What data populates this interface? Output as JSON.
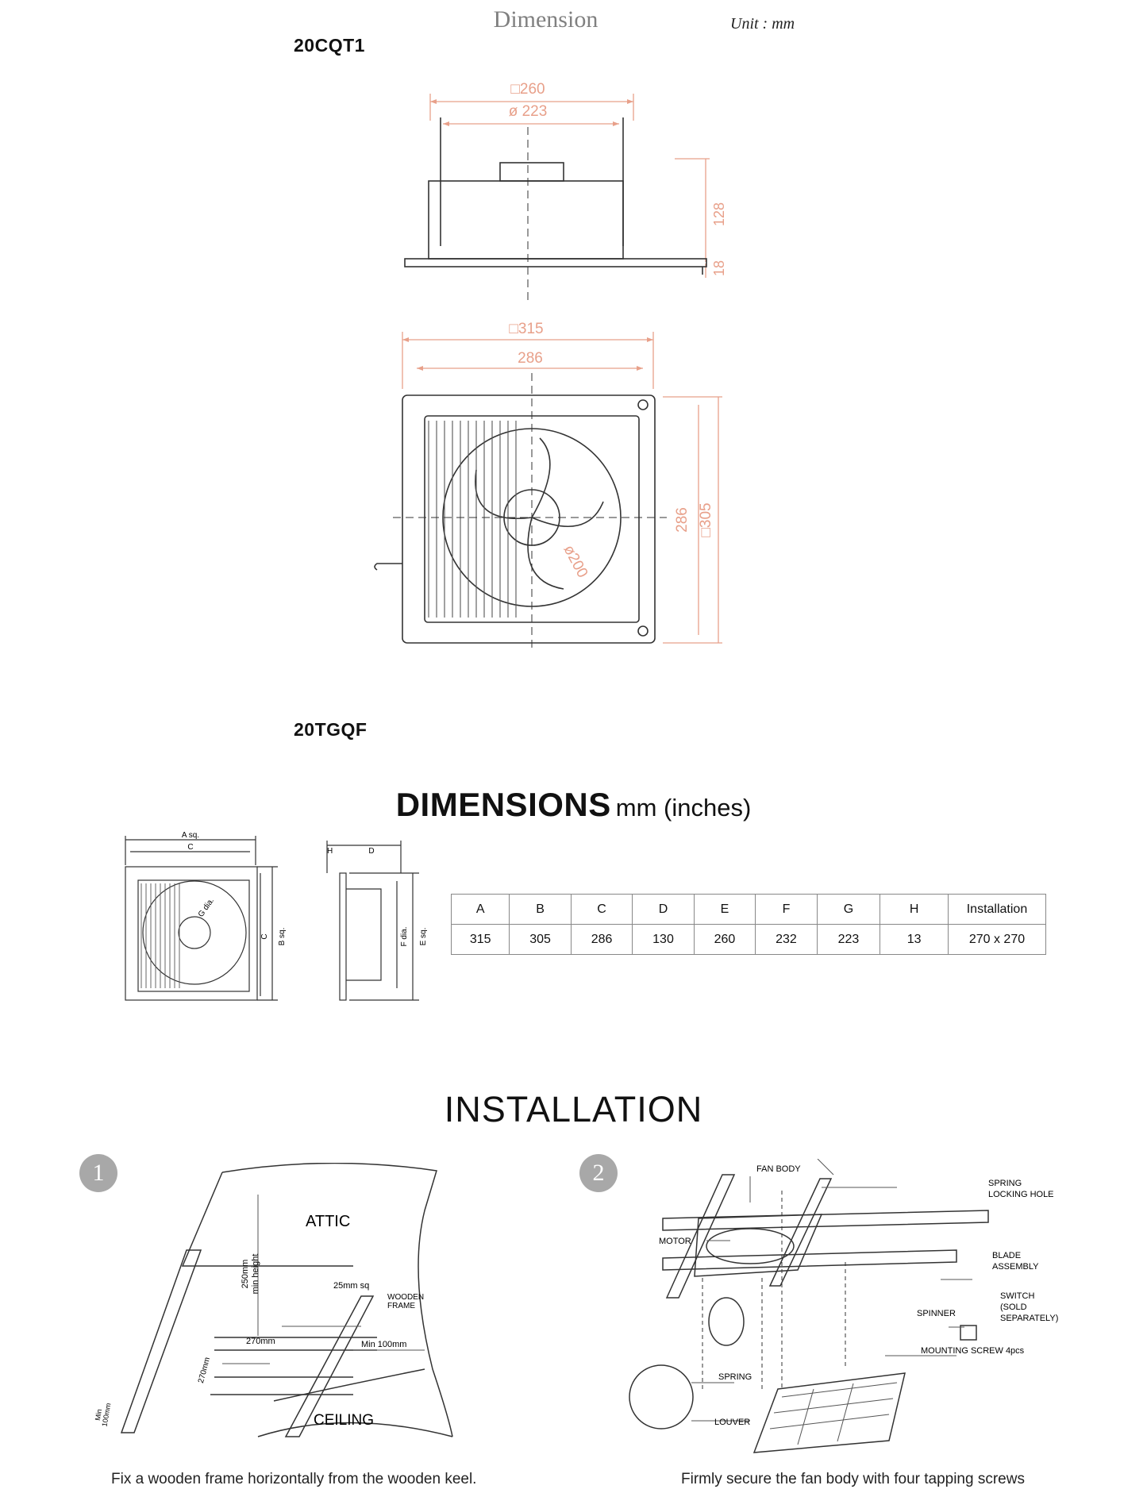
{
  "header": {
    "title": "Dimension",
    "unit": "Unit : mm"
  },
  "models": {
    "first": "20CQT1",
    "second": "20TGQF"
  },
  "drawing1": {
    "outer_width": "□260",
    "inner_dia": "ø 223",
    "height": "128",
    "flange": "18"
  },
  "drawing2": {
    "outer_width": "□315",
    "inner_width": "286",
    "fan_dia": "ø200",
    "side_inner": "286",
    "side_outer": "□305"
  },
  "dimensions": {
    "title": "DIMENSIONS",
    "subtitle": "mm (inches)",
    "diagram_labels": {
      "a_sq": "A sq.",
      "c": "C",
      "b_sq": "B sq.",
      "g_dia": "G dia.",
      "h": "H",
      "d": "D",
      "f_dia": "F dia.",
      "e_sq": "E sq."
    },
    "table": {
      "headers": [
        "A",
        "B",
        "C",
        "D",
        "E",
        "F",
        "G",
        "H",
        "Installation"
      ],
      "values": [
        "315",
        "305",
        "286",
        "130",
        "260",
        "232",
        "223",
        "13",
        "270 x 270"
      ]
    }
  },
  "installation": {
    "title": "INSTALLATION",
    "step1": {
      "number": "1",
      "labels": {
        "attic": "ATTIC",
        "height": "250mm",
        "height2": "min height",
        "sq": "25mm   sq",
        "frame": "WOODEN",
        "frame2": "FRAME",
        "w270": "270mm",
        "h270": "270mm",
        "min": "Min   100mm",
        "ceiling": "CEILING",
        "min100a": "Min",
        "min100b": "100mm"
      },
      "caption": "Fix a wooden frame horizontally from the wooden keel."
    },
    "step2": {
      "number": "2",
      "labels": {
        "fan_body": "FAN BODY",
        "spring_hole_a": "SPRING",
        "spring_hole_b": "LOCKING HOLE",
        "motor": "MOTOR",
        "blade_a": "BLADE",
        "blade_b": "ASSEMBLY",
        "switch_a": "SWITCH",
        "switch_b": "(SOLD",
        "switch_c": "SEPARATELY)",
        "spinner": "SPINNER",
        "screw": "MOUNTING SCREW 4pcs",
        "spring": "SPRING",
        "louver": "LOUVER"
      },
      "caption": "Firmly secure the fan body with four tapping screws"
    }
  },
  "colors": {
    "dimension_line": "#e8a08a",
    "step_badge": "#a8a8a8"
  }
}
